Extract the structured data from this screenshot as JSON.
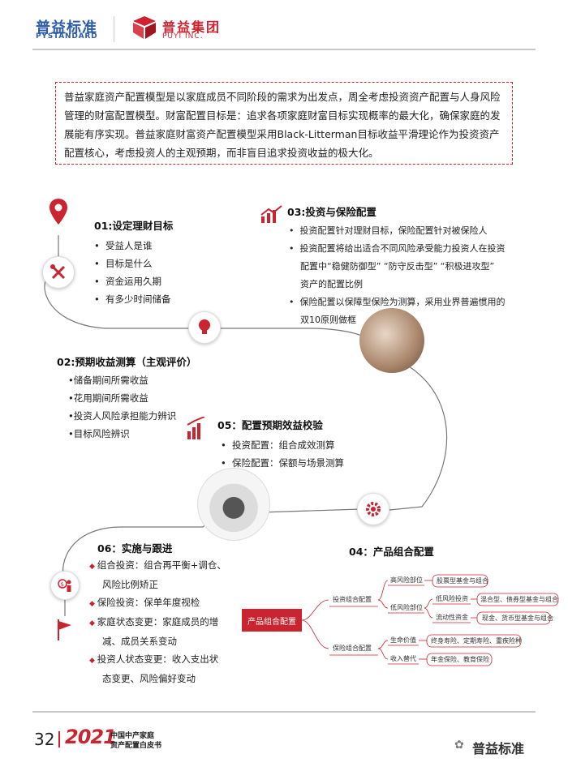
{
  "header": {
    "logo1_cn": "普益标准",
    "logo1_en": "PYSTANDARD",
    "logo2_cn": "普益集团",
    "logo2_en": "PUYI INC."
  },
  "intro": "普益家庭资产配置模型是以家庭成员不同阶段的需求为出发点，周全考虑投资资产配置与人身风险管理的财富配置模型。财富配置目标是：追求各项家庭财富目标实现概率的最大化，确保家庭的发展能有序实现。普益家庭财富资产配置模型采用Black-Litterman目标收益平滑理论作为投资资产配置核心，考虑投资人的主观预期，而非盲目追求投资收益的极大化。",
  "steps": {
    "s01": {
      "title": "01:设定理财目标",
      "items": [
        "受益人是谁",
        "目标是什么",
        "资金运用久期",
        "有多少时间储备"
      ]
    },
    "s02": {
      "title": "02:预期收益测算（主观评价）",
      "items": [
        "•储备期间所需收益",
        "•花用期间所需收益",
        "•投资人风险承担能力辨识",
        "•目标风险辨识"
      ]
    },
    "s03": {
      "title": "03:投资与保险配置",
      "items": [
        "投资配置针对理财目标，保险配置针对被保险人",
        "投资配置将给出适合不同风险承受能力投资人在投资",
        "配置中“稳健防御型” “防守反击型” “积极进攻型”",
        "资产的配置比例",
        "保险配置以保障型保险为测算，采用业界普遍惯用的",
        "双10原则做框"
      ]
    },
    "s04": {
      "title": "04：产品组合配置"
    },
    "s05": {
      "title": "05：配置预期效益校验",
      "items": [
        "投资配置：组合成效测算",
        "保险配置：保额与场景测算"
      ]
    },
    "s06": {
      "title": "06：实施与跟进",
      "items": [
        "组合投资：组合再平衡+调仓、",
        "风险比例矫正",
        "保险投资：保单年度视检",
        "家庭状态变更：家庭成员的增",
        "减、成员关系变动",
        "投资人状态变更：收入支出状",
        "态变更、风险偏好变动"
      ]
    }
  },
  "mindmap": {
    "root": "产品组合配置",
    "invest": "投资组合配置",
    "insure": "保险组合配置",
    "high_risk": "高风险部位",
    "low_risk": "低风险部位",
    "stock_fund": "股票型基金与组合",
    "low_risk_invest": "低风险投资",
    "mixed_bond": "混合型、债券型基金与组合",
    "liquidity": "流动性资金",
    "cash_fund": "现金、货币型基金与组合",
    "life_value": "生命价值",
    "life_products": "终身寿险、定期寿险、重疾险种",
    "income_replace": "收入替代",
    "annuity": "年金保险、教育保险"
  },
  "footer": {
    "page": "32",
    "year": "2021",
    "line1": "中国中产家庭",
    "line2": "资产配置白皮书",
    "watermark": "普益标准"
  },
  "colors": {
    "brand_red": "#c9242f",
    "brand_blue": "#2a5aa8"
  },
  "icons": [
    "location-pin-icon",
    "tools-icon",
    "lightbulb-icon",
    "bar-chart-up-icon",
    "gear-icon",
    "money-person-icon",
    "flag-icon",
    "bar-chart-icon",
    "wechat-icon"
  ]
}
